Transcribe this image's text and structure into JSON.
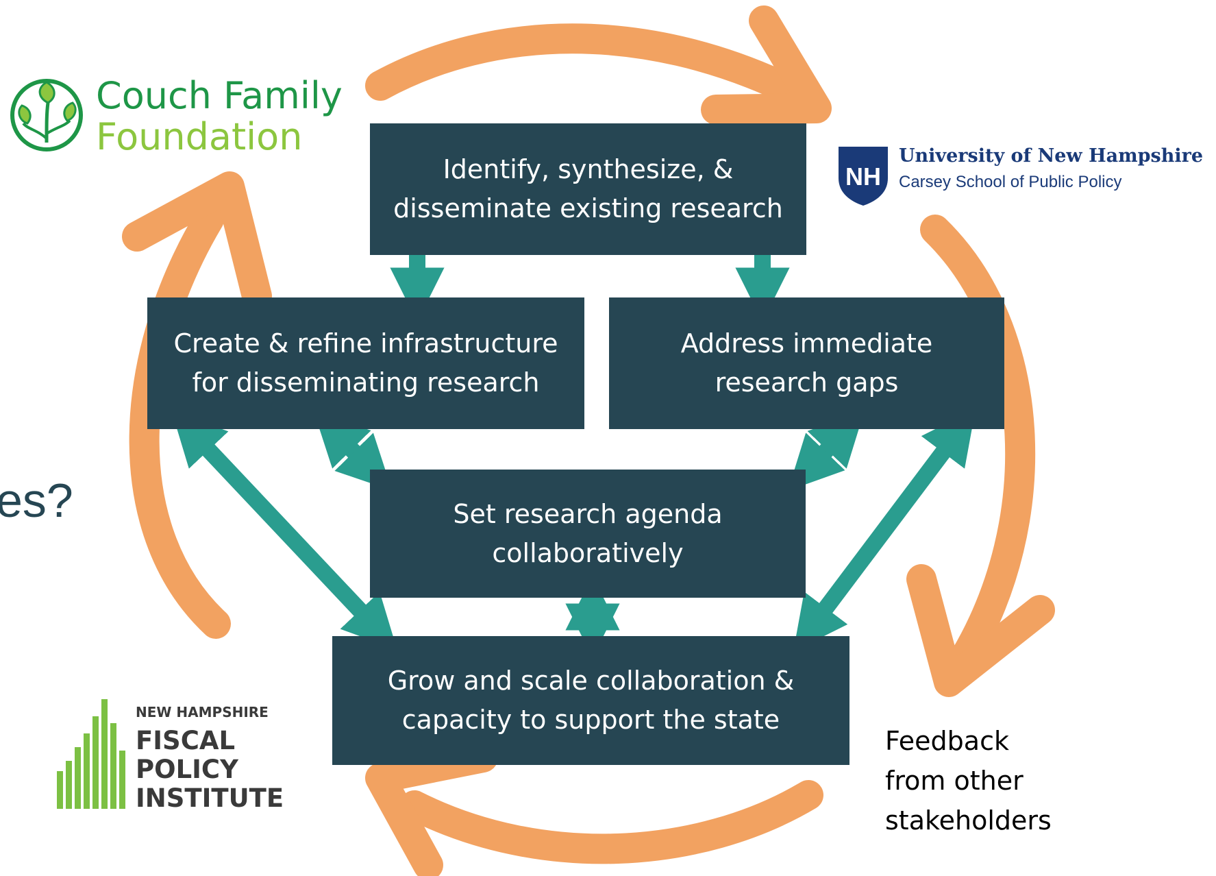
{
  "colors": {
    "box": "#264653",
    "box_text": "#ffffff",
    "cycle_arrow": "#f2a261",
    "connector_arrow": "#2a9d8f"
  },
  "boxes": {
    "identify": "Identify, synthesize, &\ndisseminate existing research",
    "create": "Create & refine infrastructure\nfor disseminating research",
    "address": "Address immediate\nresearch gaps",
    "agenda": "Set research agenda\ncollaboratively",
    "grow": "Grow and scale collaboration &\ncapacity to support the state"
  },
  "partial_text": "es?",
  "feedback_note": "Feedback\nfrom other\nstakeholders",
  "logos": {
    "couch": {
      "line1": "Couch Family",
      "line2": "Foundation"
    },
    "unh": {
      "line1": "University of New Hampshire",
      "line2": "Carsey School of Public Policy",
      "shield_text": "NH"
    },
    "fpi": {
      "line1": "NEW HAMPSHIRE",
      "line2": "FISCAL",
      "line3": "POLICY",
      "line4": "INSTITUTE"
    }
  }
}
